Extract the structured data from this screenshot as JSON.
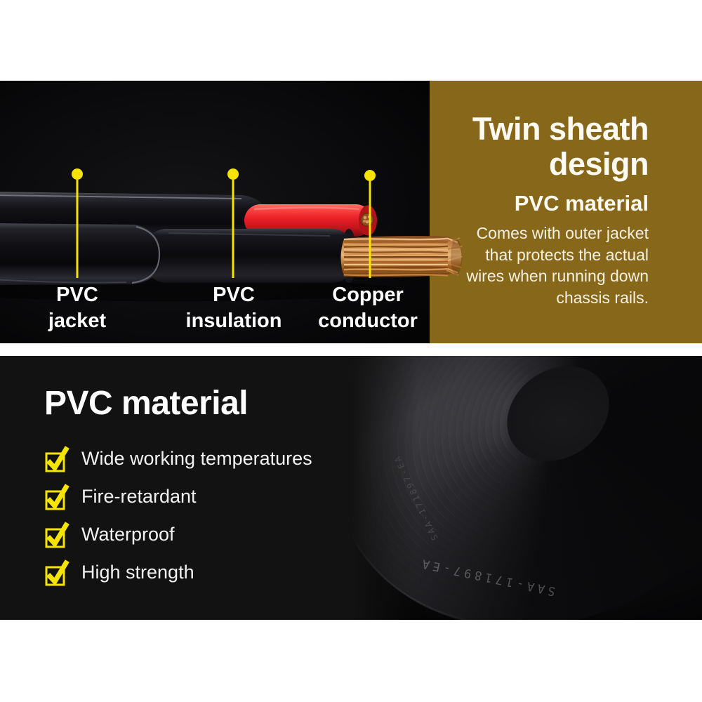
{
  "infographic": {
    "top": {
      "labels": [
        {
          "text": "PVC\njacket"
        },
        {
          "text": "PVC\ninsulation"
        },
        {
          "text": "Copper\nconductor"
        }
      ],
      "panel": {
        "title": "Twin sheath\ndesign",
        "subtitle": "PVC material",
        "body": "Comes with outer jacket\nthat protects the actual\nwires when running down\nchassis rails."
      }
    },
    "bottom": {
      "heading": "PVC material",
      "features": [
        {
          "label": "Wide working temperatures"
        },
        {
          "label": "Fire-retardant"
        },
        {
          "label": "Waterproof"
        },
        {
          "label": "High strength"
        }
      ],
      "cable_print": "SAA-171897-EA"
    },
    "colors": {
      "accent_yellow": "#f5e400",
      "panel_brown": "#87671a",
      "red_wire": "#e8232a",
      "copper": "#cd8a4a",
      "section_black": "#121212"
    }
  }
}
